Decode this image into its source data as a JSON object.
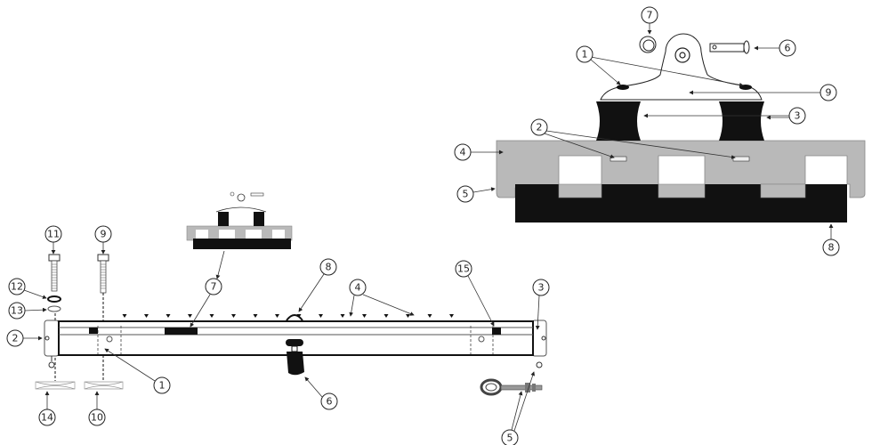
{
  "detail_view": {
    "callouts": [
      "7",
      "6",
      "1",
      "9",
      "3",
      "2",
      "4",
      "5",
      "8"
    ]
  },
  "main_view": {
    "callouts": [
      "11",
      "9",
      "12",
      "13",
      "2",
      "14",
      "10",
      "1",
      "7",
      "8",
      "4",
      "15",
      "3",
      "6",
      "5"
    ]
  },
  "colors": {
    "gray": "#b9b9b9",
    "black": "#111111",
    "line": "#222222"
  }
}
